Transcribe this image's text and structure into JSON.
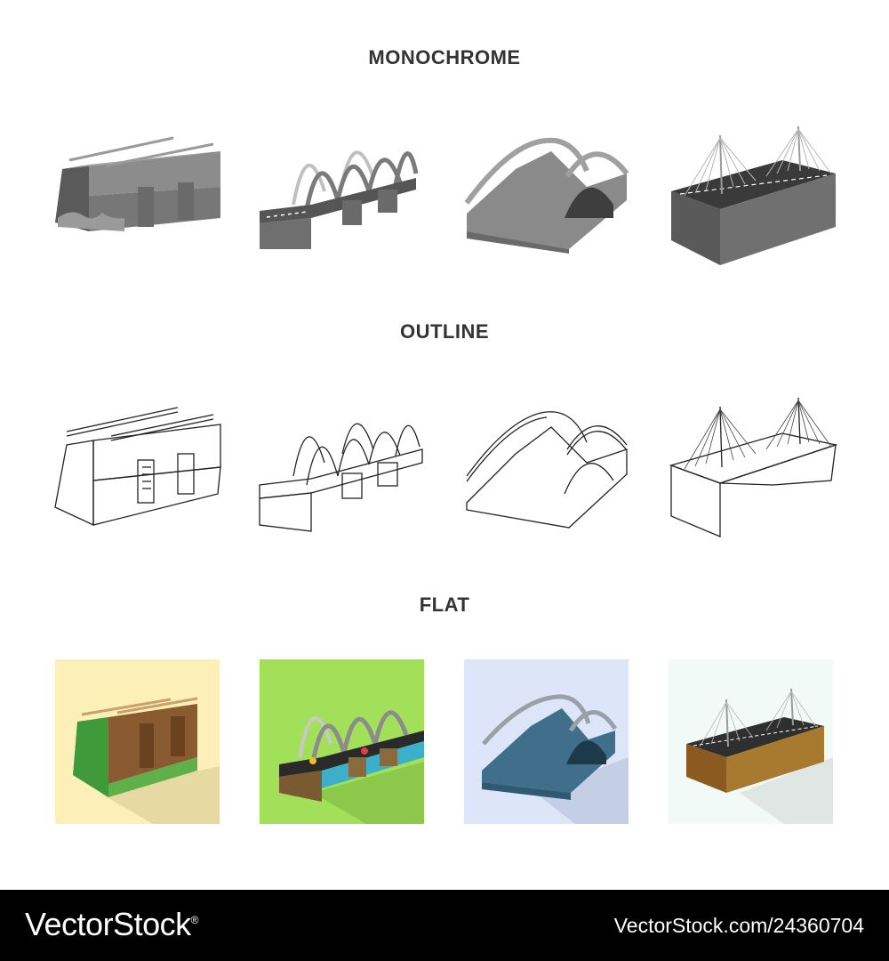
{
  "sections": {
    "monochrome": "MONOCHROME",
    "outline": "OUTLINE",
    "flat": "FLAT"
  },
  "rows": [
    {
      "style": "monochrome",
      "icons": [
        "beam-bridge-icon",
        "arch-truss-bridge-icon",
        "stone-arch-bridge-icon",
        "cable-stayed-bridge-icon"
      ]
    },
    {
      "style": "outline",
      "icons": [
        "beam-bridge-icon",
        "arch-truss-bridge-icon",
        "stone-arch-bridge-icon",
        "cable-stayed-bridge-icon"
      ]
    },
    {
      "style": "flat",
      "icons": [
        "beam-bridge-icon",
        "arch-truss-bridge-icon",
        "stone-arch-bridge-icon",
        "cable-stayed-bridge-icon"
      ]
    }
  ],
  "flat_tile_colors": [
    "#fcf0b8",
    "#a2e05a",
    "#dde6f8",
    "#f2faf8"
  ],
  "footer": {
    "brand": "VectorStock",
    "registered": "®",
    "url": "VectorStock.com/24360704"
  }
}
